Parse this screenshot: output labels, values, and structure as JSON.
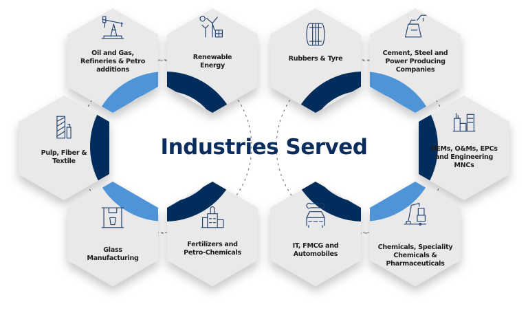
{
  "title": "Industries Served",
  "colors": {
    "dark": "#002d5b",
    "light": "#4f94d6",
    "hex_fill": "#e9e9e9",
    "text": "#1e1e1e",
    "title": "#0b2d5e"
  },
  "industries": [
    {
      "id": "oil-gas",
      "lines": [
        "Oil and Gas,",
        "Refineries & Petro",
        "additions"
      ],
      "icon": "oil-pump-icon",
      "arc": "light"
    },
    {
      "id": "renewable",
      "lines": [
        "Renewable",
        "Energy"
      ],
      "icon": "wind-turbine-icon",
      "arc": "dark"
    },
    {
      "id": "pulp-fiber",
      "lines": [
        "Pulp, Fiber &",
        "Textile"
      ],
      "icon": "thread-spool-icon",
      "arc": "dark"
    },
    {
      "id": "glass",
      "lines": [
        "Glass",
        "Manufacturing"
      ],
      "icon": "glass-furnace-icon",
      "arc": "light"
    },
    {
      "id": "fertilizers",
      "lines": [
        "Fertilizers and",
        "Petro-Chemicals"
      ],
      "icon": "factory-icon",
      "arc": "dark"
    },
    {
      "id": "rubbers",
      "lines": [
        "Rubbers & Tyre"
      ],
      "icon": "tyre-icon",
      "arc": "dark"
    },
    {
      "id": "cement",
      "lines": [
        "Cement, Steel and",
        "Power Producing",
        "Companies"
      ],
      "icon": "cement-bag-icon",
      "arc": "light"
    },
    {
      "id": "oems",
      "lines": [
        "OEMs, O&Ms, EPCs",
        "and Engineering",
        "MNCs"
      ],
      "icon": "industrial-plant-icon",
      "arc": "dark"
    },
    {
      "id": "it-fmcg",
      "lines": [
        "IT, FMCG and",
        "Automobiles"
      ],
      "icon": "car-wrench-icon",
      "arc": "dark"
    },
    {
      "id": "chemicals",
      "lines": [
        "Chemicals, Speciality",
        "Chemicals &",
        "Pharmaceuticals"
      ],
      "icon": "robot-arm-icon",
      "arc": "light"
    }
  ]
}
